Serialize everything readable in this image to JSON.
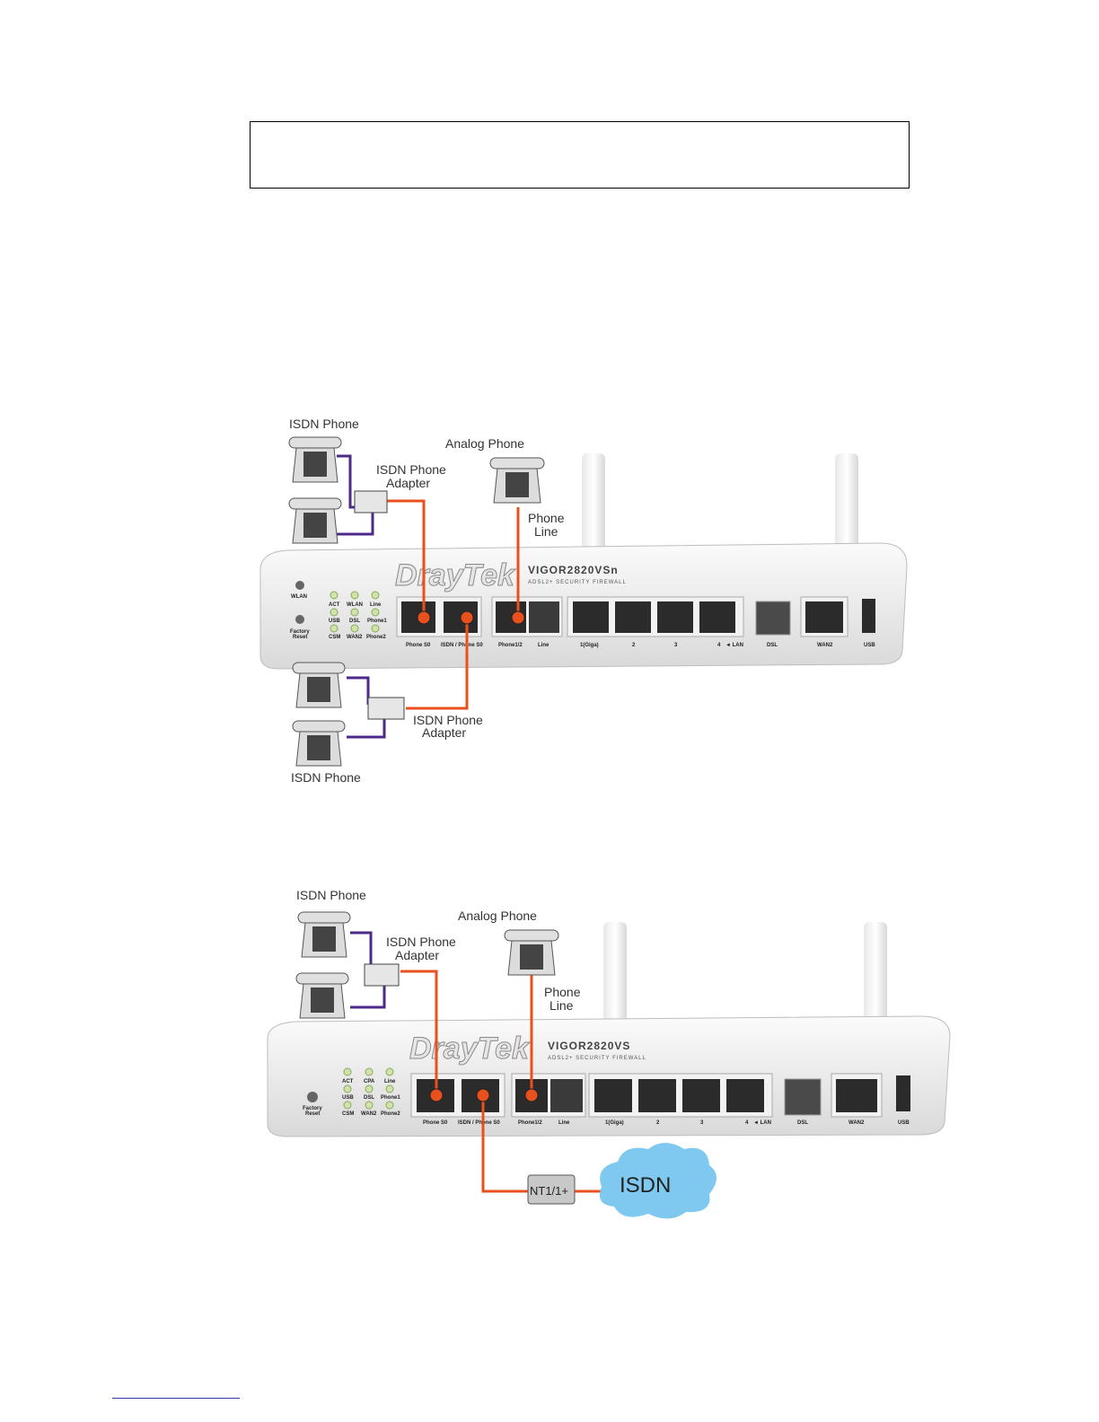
{
  "diagram1": {
    "labels": {
      "isdn_phone_top": "ISDN Phone",
      "isdn_adapter_top_1": "ISDN Phone",
      "isdn_adapter_top_2": "Adapter",
      "analog_phone": "Analog Phone",
      "phone_line_1": "Phone",
      "phone_line_2": "Line",
      "isdn_adapter_bottom_1": "ISDN Phone",
      "isdn_adapter_bottom_2": "Adapter",
      "isdn_phone_bottom": "ISDN Phone"
    },
    "router": {
      "brand": "DrayTek",
      "model": "VIGOR2820VSn",
      "subtitle": "ADSL2+ SECURITY FIREWALL",
      "wlan_button": "WLAN",
      "factory_reset": "Factory",
      "factory_reset_2": "Reset",
      "leds": [
        "ACT",
        "WLAN",
        "Line",
        "USB",
        "DSL",
        "Phone1",
        "CSM",
        "WAN2",
        "Phone2"
      ],
      "ports": [
        "Phone S0",
        "ISDN / Phone S0",
        "Phone1/2",
        "Line",
        "1(Giga)",
        "2",
        "3",
        "4",
        "◄ LAN",
        "DSL",
        "WAN2",
        "USB"
      ]
    }
  },
  "diagram2": {
    "labels": {
      "isdn_phone": "ISDN Phone",
      "analog_phone": "Analog Phone",
      "isdn_adapter_1": "ISDN Phone",
      "isdn_adapter_2": "Adapter",
      "phone_line_1": "Phone",
      "phone_line_2": "Line",
      "nt1": "NT1/1+",
      "isdn_cloud": "ISDN"
    },
    "router": {
      "brand": "DrayTek",
      "model": "VIGOR2820VS",
      "subtitle": "ADSL2+ SECURITY FIREWALL",
      "factory_reset": "Factory",
      "factory_reset_2": "Reset",
      "leds": [
        "ACT",
        "CPA",
        "Line",
        "USB",
        "DSL",
        "Phone1",
        "CSM",
        "WAN2",
        "Phone2"
      ],
      "ports": [
        "Phone S0",
        "ISDN / Phone S0",
        "Phone1/2",
        "Line",
        "1(Giga)",
        "2",
        "3",
        "4",
        "◄ LAN",
        "DSL",
        "WAN2",
        "USB"
      ]
    }
  },
  "colors": {
    "cable_orange": "#e8501e",
    "cable_purple": "#4b2a8a",
    "cloud": "#7fc8f0"
  }
}
